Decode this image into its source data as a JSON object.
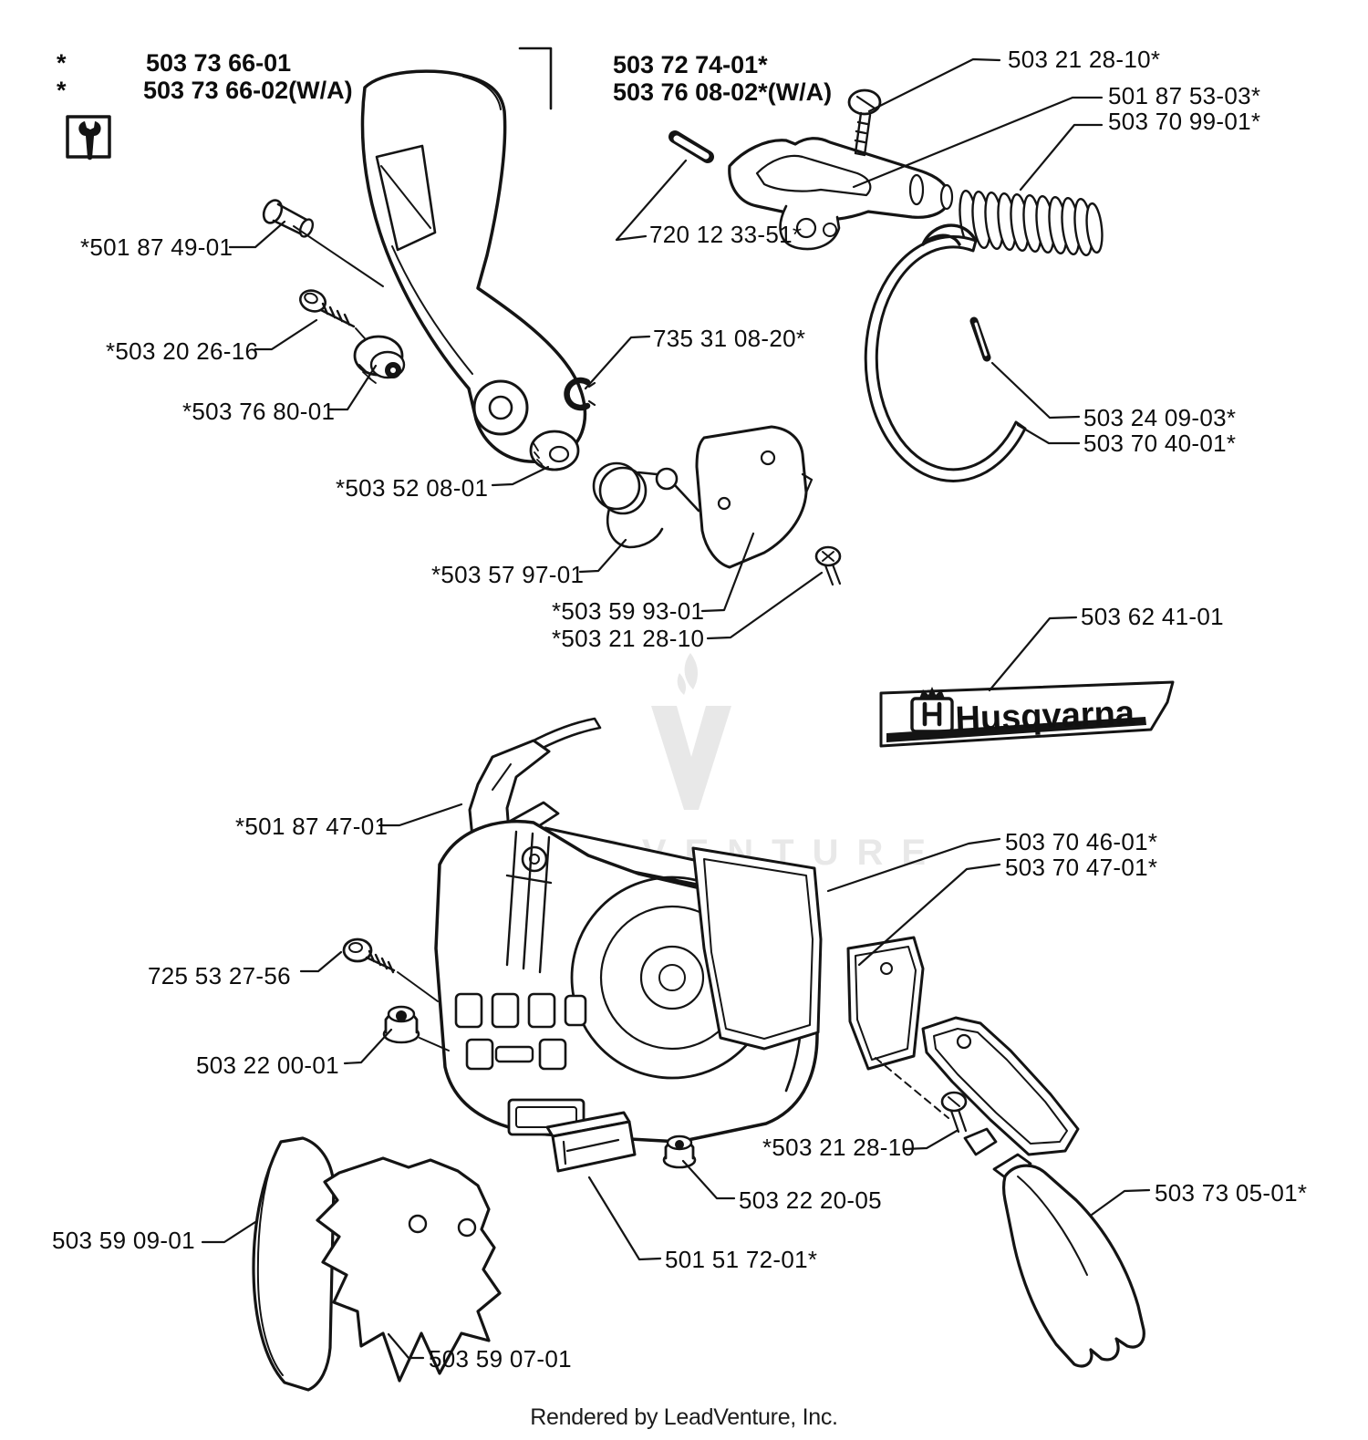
{
  "page": {
    "background": "#ffffff",
    "ink": "#141414",
    "watermark_color": "#e8e8e8",
    "footer": "Rendered by LeadVenture, Inc."
  },
  "watermark": {
    "text": "LEADVENTURE",
    "logo": "leadventure-v-logo"
  },
  "legend": {
    "asterisk_note_1": "*",
    "asterisk_note_2": "*",
    "wrench_icon": "wrench-tool-icon"
  },
  "headers": {
    "left_line1": "503 73 66-01",
    "left_line2": "503 73 66-02(W/A)",
    "mid_line1": "503 72 74-01*",
    "mid_line2": "503 76 08-02*(W/A)"
  },
  "decal": {
    "brand": "Husqvarna"
  },
  "labels": [
    {
      "text": "503 21 28-10*"
    },
    {
      "text": "501 87 53-03*"
    },
    {
      "text": "503 70 99-01*"
    },
    {
      "text": "720 12 33-51*"
    },
    {
      "text": "*501 87 49-01"
    },
    {
      "text": "*503 20 26-16"
    },
    {
      "text": "*503 76 80-01"
    },
    {
      "text": "735 31 08-20*"
    },
    {
      "text": "503 24 09-03*"
    },
    {
      "text": "503 70 40-01*"
    },
    {
      "text": "*503 52 08-01"
    },
    {
      "text": "*503 57 97-01"
    },
    {
      "text": "*503 59 93-01"
    },
    {
      "text": "*503 21 28-10"
    },
    {
      "text": "503 62 41-01"
    },
    {
      "text": "*501 87 47-01"
    },
    {
      "text": "503 70 46-01*"
    },
    {
      "text": "503 70 47-01*"
    },
    {
      "text": "725 53 27-56"
    },
    {
      "text": "503 22 00-01"
    },
    {
      "text": "*503 21 28-10"
    },
    {
      "text": "503 22 20-05"
    },
    {
      "text": "501 51 72-01*"
    },
    {
      "text": "503 73 05-01*"
    },
    {
      "text": "503 59 09-01"
    },
    {
      "text": "503 59 07-01"
    }
  ]
}
